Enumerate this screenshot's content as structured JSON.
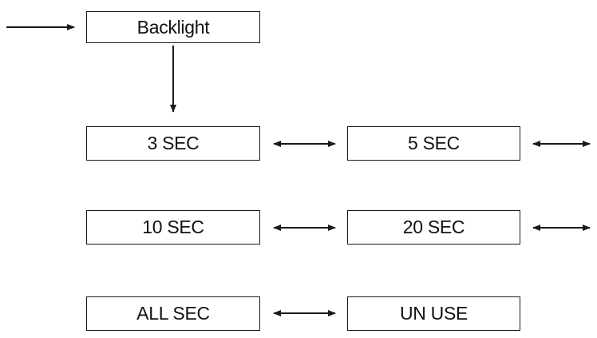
{
  "menu": {
    "title": "Backlight",
    "options": {
      "sec3": "3 SEC",
      "sec5": "5 SEC",
      "sec10": "10 SEC",
      "sec20": "20 SEC",
      "all": "ALL SEC",
      "unuse": "UN USE"
    }
  },
  "colors": {
    "line": "#1a1a1a",
    "text": "#111111",
    "background": "#ffffff"
  }
}
